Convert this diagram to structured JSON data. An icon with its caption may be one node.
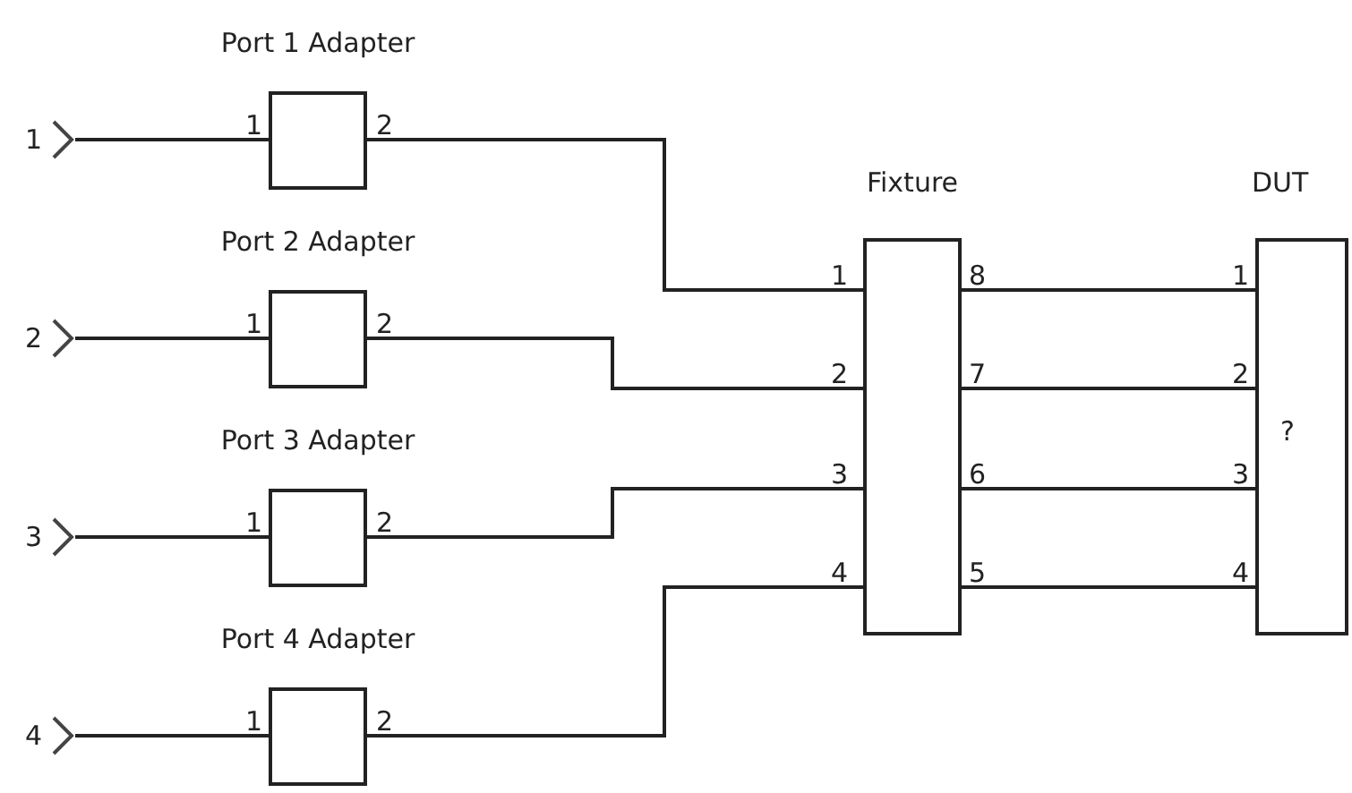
{
  "diagram": {
    "nodes": [
      {
        "text": [
          "1"
        ]
      },
      {
        "text": [
          "Port 1 Adapter"
        ]
      },
      {
        "text": [
          "2"
        ]
      },
      {
        "text": [
          "Port 2 Adapter"
        ]
      },
      {
        "text": [
          "3"
        ]
      },
      {
        "text": [
          "Port 3 Adapter"
        ]
      },
      {
        "text": [
          "4"
        ]
      },
      {
        "text": [
          "Port 4 Adapter"
        ]
      },
      {
        "text": [
          "Fixture"
        ]
      },
      {
        "text": [
          "DUT",
          "?"
        ]
      }
    ],
    "edges": [
      {
        "from": 0,
        "to": 1,
        "arrow": "none"
      },
      {
        "from": 2,
        "to": 3,
        "arrow": "none"
      },
      {
        "from": 4,
        "to": 5,
        "arrow": "none"
      },
      {
        "from": 6,
        "to": 7,
        "arrow": "none"
      },
      {
        "from": 1,
        "to": 8,
        "arrow": "none"
      },
      {
        "from": 3,
        "to": 8,
        "arrow": "none"
      },
      {
        "from": 5,
        "to": 8,
        "arrow": "none"
      },
      {
        "from": 7,
        "to": 8,
        "arrow": "none"
      },
      {
        "from": 8,
        "to": 9,
        "arrow": "none"
      },
      {
        "from": 8,
        "to": 9,
        "arrow": "none"
      },
      {
        "from": 8,
        "to": 9,
        "arrow": "none"
      },
      {
        "from": 8,
        "to": 9,
        "arrow": "none"
      }
    ],
    "labels": [
      "1",
      "2",
      "1",
      "8",
      "1",
      "1",
      "2",
      "2",
      "7",
      "2",
      "3",
      "6",
      "3",
      "1",
      "2",
      "4",
      "5",
      "4",
      "1",
      "2"
    ]
  }
}
